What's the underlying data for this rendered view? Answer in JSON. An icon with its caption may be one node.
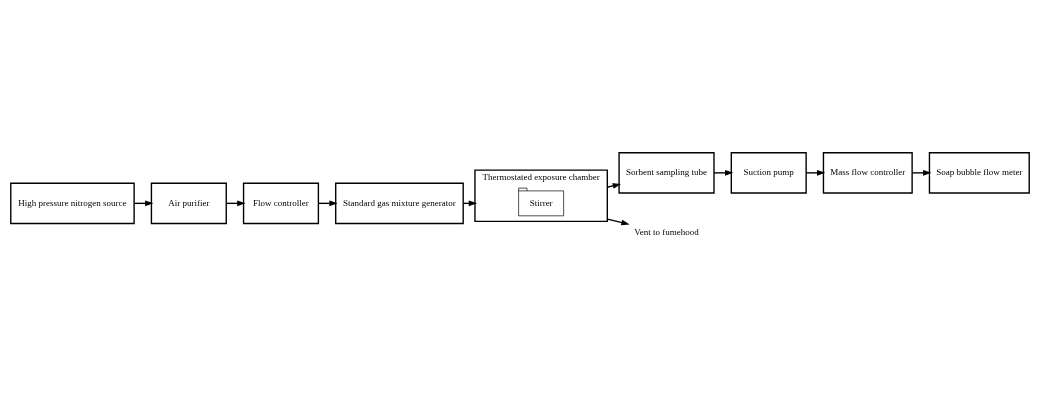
{
  "diagram": {
    "nodes": [
      {
        "text": [
          "High pressure nitrogen source"
        ]
      },
      {
        "text": [
          "Air purifier"
        ]
      },
      {
        "text": [
          "Flow controller"
        ]
      },
      {
        "text": [
          "Standard gas mixture generator"
        ]
      },
      {
        "text": [
          "Thermostated exposure chamber"
        ]
      },
      {
        "text": [
          "Stirrer"
        ],
        "in": 4
      },
      {
        "text": [
          "Sorbent sampling tube"
        ]
      },
      {
        "text": [
          "Suction pump"
        ]
      },
      {
        "text": [
          "Mass flow controller"
        ]
      },
      {
        "text": [
          "Soap bubble flow meter"
        ]
      },
      {
        "text": [
          "Vent to fumehood"
        ]
      }
    ],
    "edges": [
      {
        "from": 0,
        "to": 1,
        "arrow": "to"
      },
      {
        "from": 1,
        "to": 2,
        "arrow": "to"
      },
      {
        "from": 2,
        "to": 3,
        "arrow": "to"
      },
      {
        "from": 3,
        "to": 4,
        "arrow": "to"
      },
      {
        "from": 4,
        "to": 10,
        "arrow": "to"
      },
      {
        "from": 4,
        "to": 6,
        "arrow": "to"
      },
      {
        "from": 6,
        "to": 7,
        "arrow": "to"
      },
      {
        "from": 7,
        "to": 8,
        "arrow": "to"
      },
      {
        "from": 8,
        "to": 9,
        "arrow": "to"
      }
    ]
  }
}
